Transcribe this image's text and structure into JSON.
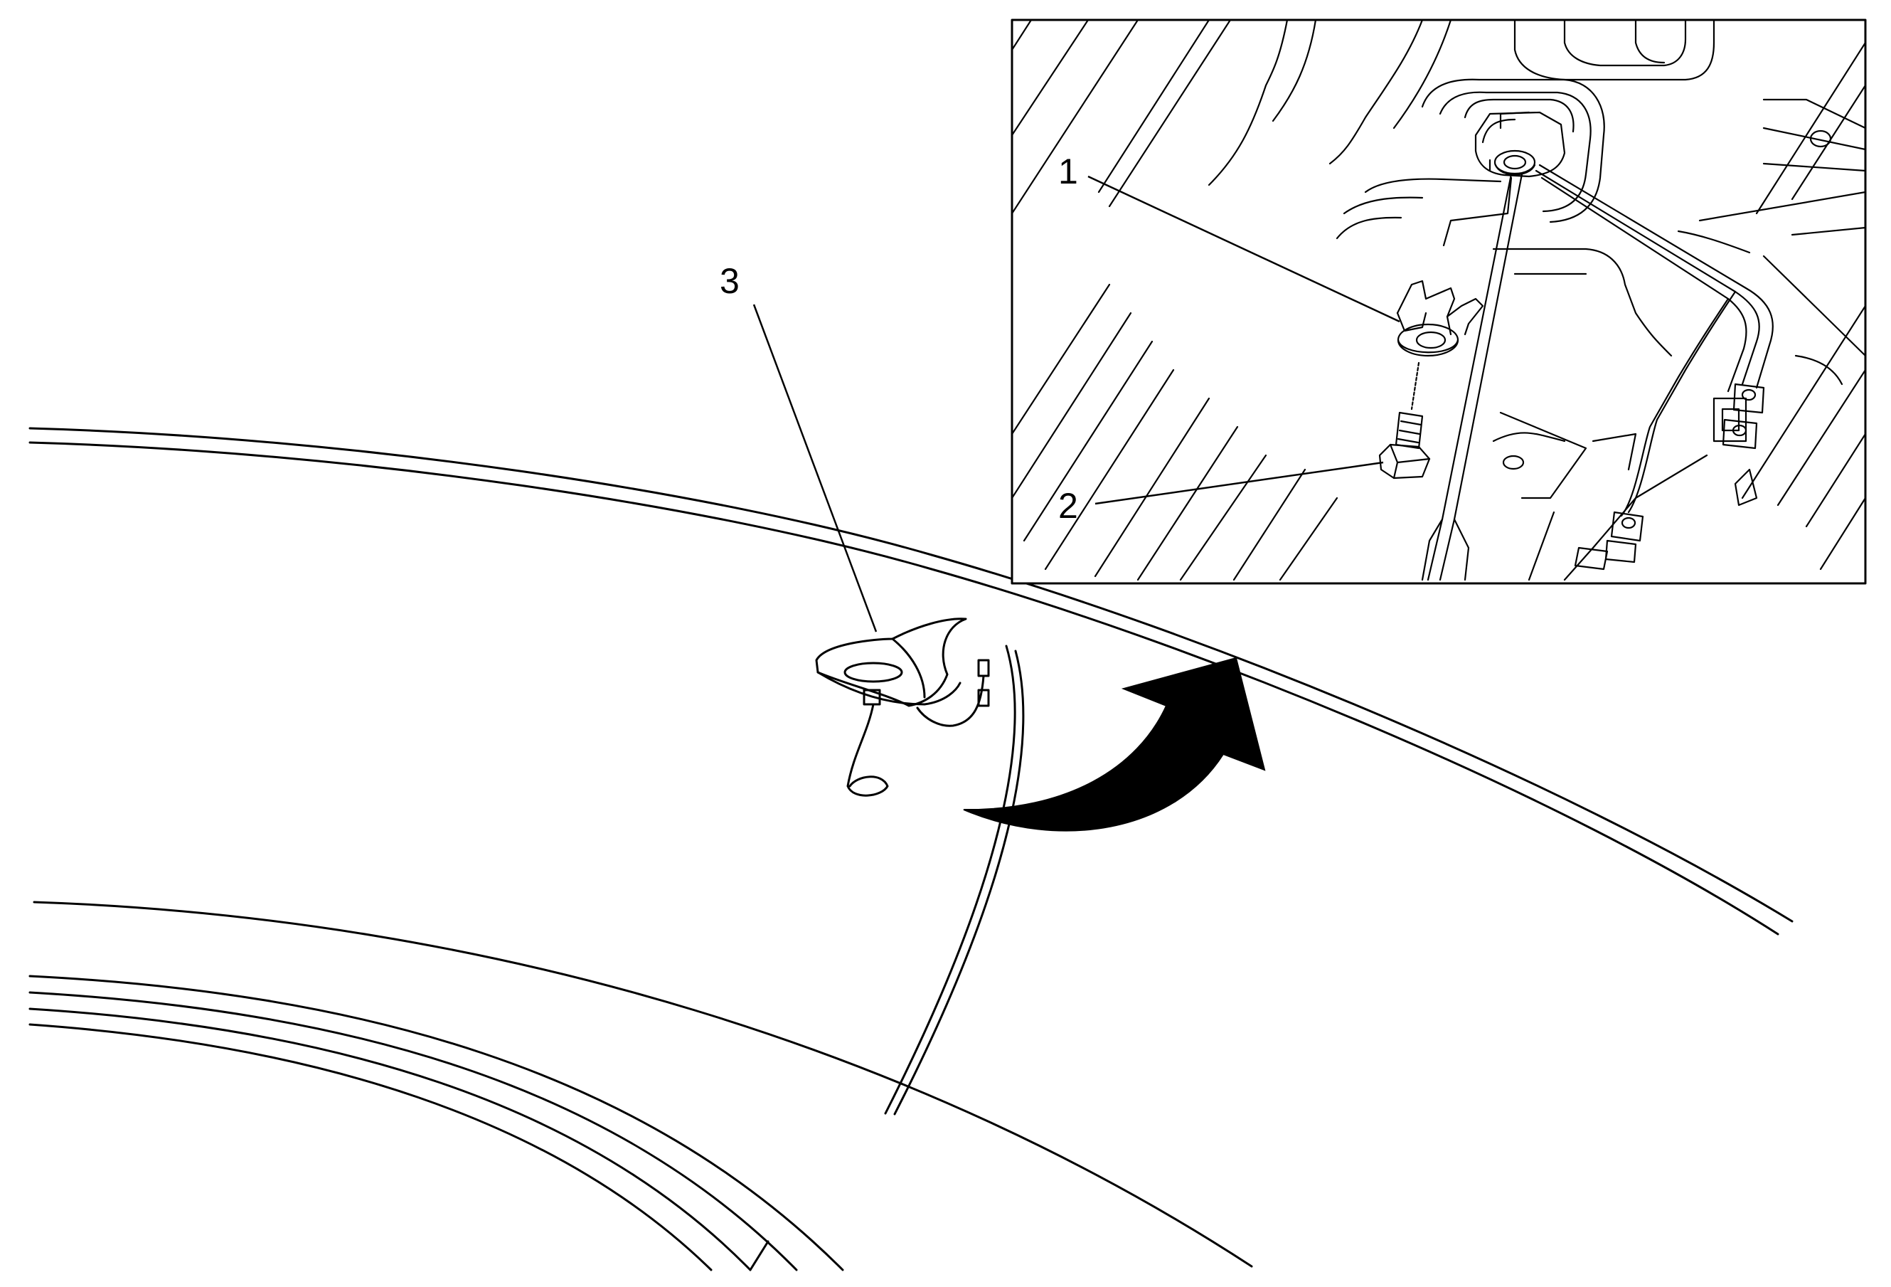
{
  "callouts": {
    "c1": "1",
    "c2": "2",
    "c3": "3"
  },
  "colors": {
    "line": "#000000",
    "background": "#ffffff",
    "arrow": "#000000"
  }
}
